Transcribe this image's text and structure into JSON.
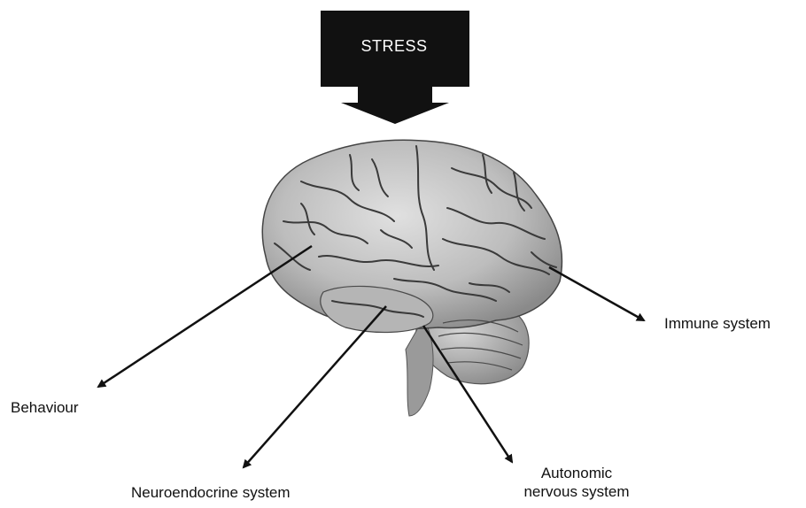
{
  "stress_box": {
    "label": "STRESS",
    "fill_color": "#111111",
    "text_color": "#ffffff"
  },
  "brain": {
    "icon": "brain-photo-icon",
    "tone_color": "#bdbdbd"
  },
  "outputs": {
    "behaviour": "Behaviour",
    "neuroendocrine": "Neuroendocrine system",
    "autonomic_line1": "Autonomic",
    "autonomic_line2": "nervous system",
    "immune": "Immune system"
  },
  "arrow_color": "#111111"
}
